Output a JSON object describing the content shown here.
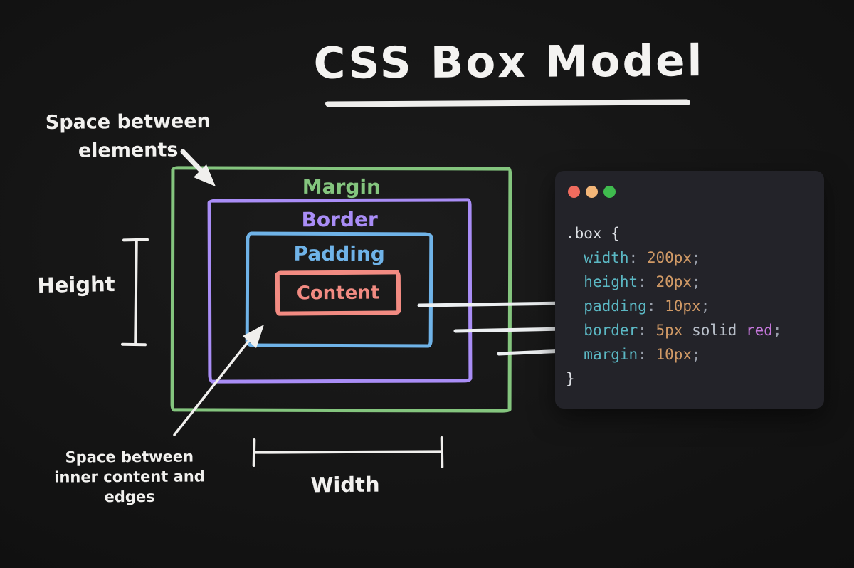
{
  "title": {
    "text": "CSS Box Model"
  },
  "annotations": {
    "space_between_elements": {
      "lines": [
        "Space between",
        "elements"
      ]
    },
    "height": {
      "label": "Height"
    },
    "width": {
      "label": "Width"
    },
    "space_between_inner": {
      "lines": [
        "Space between",
        "inner content and",
        "edges"
      ]
    }
  },
  "box_model": {
    "margin": {
      "label": "Margin",
      "color": "#84c57e"
    },
    "border": {
      "label": "Border",
      "color": "#a98df6"
    },
    "padding": {
      "label": "Padding",
      "color": "#6fb3e8"
    },
    "content": {
      "label": "Content",
      "color": "#f28b82"
    }
  },
  "code_panel": {
    "window_buttons": [
      {
        "name": "close",
        "color": "#ef6b5e"
      },
      {
        "name": "minimize",
        "color": "#f3b678"
      },
      {
        "name": "zoom",
        "color": "#3fbb4e"
      }
    ],
    "token_colors": {
      "fg": "#dcdfe4",
      "teal": "#5bb8c4",
      "orange": "#d19a66",
      "gray": "#9aa0ab",
      "lightgray": "#b8bfc9",
      "purple": "#c678dd"
    },
    "lines": [
      [
        {
          "t": ".box {",
          "c": "fg"
        }
      ],
      [
        {
          "t": "  ",
          "c": "fg"
        },
        {
          "t": "width",
          "c": "teal"
        },
        {
          "t": ":",
          "c": "gray"
        },
        {
          "t": " ",
          "c": "fg"
        },
        {
          "t": "200px",
          "c": "orange"
        },
        {
          "t": ";",
          "c": "gray"
        }
      ],
      [
        {
          "t": "  ",
          "c": "fg"
        },
        {
          "t": "height",
          "c": "teal"
        },
        {
          "t": ":",
          "c": "gray"
        },
        {
          "t": " ",
          "c": "fg"
        },
        {
          "t": "20px",
          "c": "orange"
        },
        {
          "t": ";",
          "c": "gray"
        }
      ],
      [
        {
          "t": "  ",
          "c": "fg"
        },
        {
          "t": "padding",
          "c": "teal"
        },
        {
          "t": ":",
          "c": "gray"
        },
        {
          "t": " ",
          "c": "fg"
        },
        {
          "t": "10px",
          "c": "orange"
        },
        {
          "t": ";",
          "c": "gray"
        }
      ],
      [
        {
          "t": "  ",
          "c": "fg"
        },
        {
          "t": "border",
          "c": "teal"
        },
        {
          "t": ":",
          "c": "gray"
        },
        {
          "t": " ",
          "c": "fg"
        },
        {
          "t": "5px",
          "c": "orange"
        },
        {
          "t": " ",
          "c": "fg"
        },
        {
          "t": "solid",
          "c": "lightgray"
        },
        {
          "t": " ",
          "c": "fg"
        },
        {
          "t": "red",
          "c": "purple"
        },
        {
          "t": ";",
          "c": "gray"
        }
      ],
      [
        {
          "t": "  ",
          "c": "fg"
        },
        {
          "t": "margin",
          "c": "teal"
        },
        {
          "t": ":",
          "c": "gray"
        },
        {
          "t": " ",
          "c": "fg"
        },
        {
          "t": "10px",
          "c": "orange"
        },
        {
          "t": ";",
          "c": "gray"
        }
      ],
      [
        {
          "t": "}",
          "c": "fg"
        }
      ]
    ]
  },
  "drawing_colors": {
    "ink": "#f0efed",
    "background": "#141414",
    "panel_background": "#232329"
  }
}
